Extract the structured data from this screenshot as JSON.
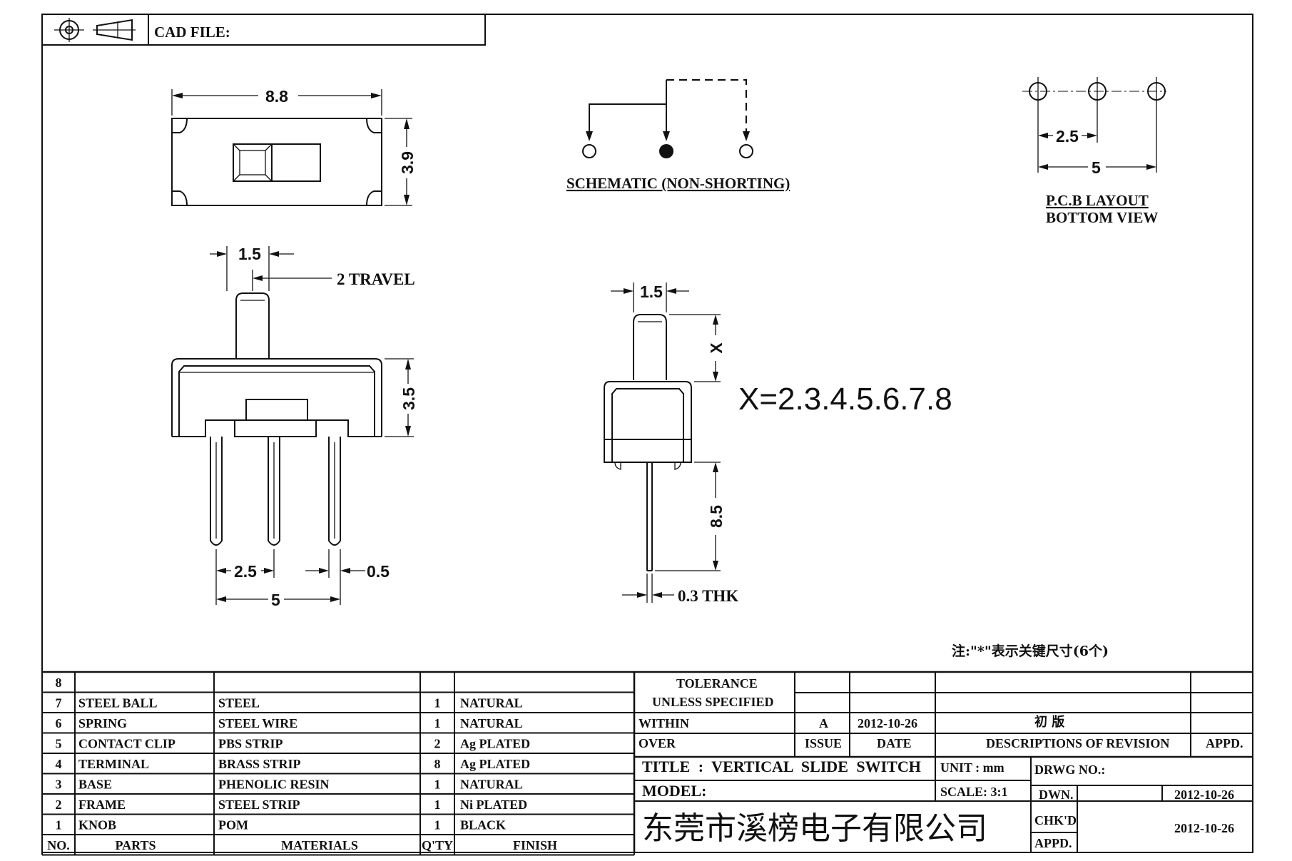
{
  "header": {
    "cad_label": "CAD FILE:"
  },
  "top_view": {
    "width_dim": "8.8",
    "height_dim": "3.9"
  },
  "schematic": {
    "label": "SCHEMATIC (NON-SHORTING)"
  },
  "pcb": {
    "pitch_dim": "2.5",
    "span_dim": "5",
    "label_line1": "P.C.B LAYOUT",
    "label_line2": "BOTTOM VIEW"
  },
  "front_view": {
    "knob_width_dim": "1.5",
    "travel_dim": "2 TRAVEL",
    "body_height_dim": "3.5",
    "pitch_dim": "2.5",
    "pin_dim": "0.5",
    "span_dim": "5"
  },
  "side_view": {
    "knob_width_dim": "1.5",
    "x_dim": "X",
    "x_values": "X=2.3.4.5.6.7.8",
    "pin_length_dim": "8.5",
    "thk_dim": "0.3 THK"
  },
  "note": "注:\"*\"表示关键尺寸(6个)",
  "parts_table": {
    "rows": [
      {
        "no": "8",
        "part": "",
        "material": "",
        "qty": "",
        "finish": ""
      },
      {
        "no": "7",
        "part": "STEEL BALL",
        "material": "STEEL",
        "qty": "1",
        "finish": "NATURAL"
      },
      {
        "no": "6",
        "part": "SPRING",
        "material": "STEEL WIRE",
        "qty": "1",
        "finish": "NATURAL"
      },
      {
        "no": "5",
        "part": "CONTACT CLIP",
        "material": "PBS STRIP",
        "qty": "2",
        "finish": "Ag PLATED"
      },
      {
        "no": "4",
        "part": "TERMINAL",
        "material": "BRASS STRIP",
        "qty": "8",
        "finish": "Ag PLATED"
      },
      {
        "no": "3",
        "part": "BASE",
        "material": "PHENOLIC RESIN",
        "qty": "1",
        "finish": "NATURAL"
      },
      {
        "no": "2",
        "part": "FRAME",
        "material": "STEEL STRIP",
        "qty": "1",
        "finish": "Ni PLATED"
      },
      {
        "no": "1",
        "part": "KNOB",
        "material": "POM",
        "qty": "1",
        "finish": "BLACK"
      }
    ],
    "header": {
      "no": "NO.",
      "part": "PARTS",
      "material": "MATERIALS",
      "qty": "Q'TY",
      "finish": "FINISH"
    }
  },
  "title_block": {
    "tolerance": "TOLERANCE",
    "unless": "UNLESS SPECIFIED",
    "within": "WITHIN",
    "over": "OVER",
    "rev_issue": "A",
    "rev_date": "2012-10-26",
    "rev_desc": "初 版",
    "issue_header": "ISSUE",
    "date_header": "DATE",
    "desc_header": "DESCRIPTIONS OF REVISION",
    "appd_header": "APPD.",
    "title": "TITLE : VERTICAL SLIDE SWITCH",
    "unit": "UNIT : mm",
    "drwg_no": "DRWG NO.:",
    "model": "MODEL:",
    "scale": "SCALE: 3:1",
    "dwn": "DWN.",
    "dwn_date": "2012-10-26",
    "company": "东莞市溪榜电子有限公司",
    "chkd": "CHK'D",
    "chkd_date": "2012-10-26",
    "appd": "APPD."
  }
}
